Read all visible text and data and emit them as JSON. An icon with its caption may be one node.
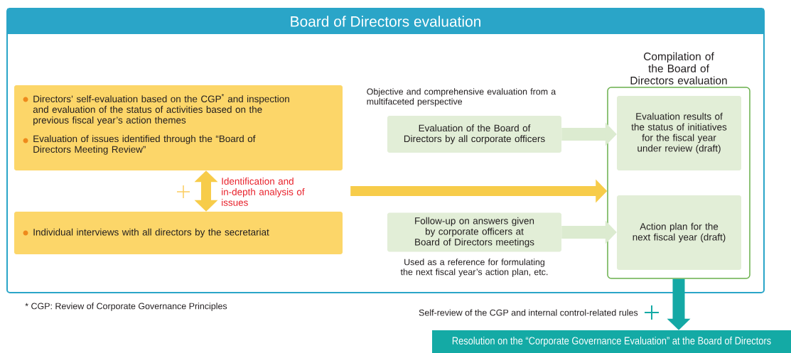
{
  "diagram": {
    "nodes": [
      {
        "text": [
          "Board of Directors evaluation"
        ]
      },
      {
        "text": [
          "Directors’ self-evaluation based on the CGP$^{*}$ and inspection and evaluation of the status of activities based on the previous fiscal year’s action themes",
          "Evaluation of issues identified through the “Board of Directors Meeting Review”"
        ],
        "in": 0
      },
      {
        "text": [
          "Individual interviews with all directors by the secretariat"
        ],
        "in": 0
      },
      {
        "text": [
          "Evaluation of the Board of Directors by all corporate officers"
        ],
        "beside": [
          "Objective and comprehensive evaluation from a multifaceted perspective"
        ],
        "in": 0
      },
      {
        "text": [
          "Follow-up on answers given by corporate officers at Board of Directors meetings"
        ],
        "beside": [
          "Used as a reference for formulating the next fiscal year’s action plan, etc."
        ],
        "in": 0
      },
      {
        "text": [
          "Compilation of the Board of Directors evaluation"
        ],
        "in": 0
      },
      {
        "text": [
          "Evaluation results of the status of initiatives for the fiscal year under review (draft)"
        ],
        "in": 5
      },
      {
        "text": [
          "Action plan for the next fiscal year (draft)"
        ],
        "in": 5
      },
      {
        "text": [
          "Resolution on the “Corporate Governance Evaluation” at the Board of Directors"
        ]
      }
    ],
    "edges": [
      {
        "from": 1,
        "to": 2,
        "arrow": "both",
        "label": "Identification and in-depth analysis of issues",
        "color": "#f7cc4a"
      },
      {
        "from": 1,
        "to": 5,
        "arrow": "to",
        "color": "#f7cc4a"
      },
      {
        "from": 2,
        "to": 5,
        "arrow": "to",
        "color": "#f7cc4a"
      },
      {
        "from": 3,
        "to": 6,
        "arrow": "to",
        "color": "#dcebd0"
      },
      {
        "from": 4,
        "to": 7,
        "arrow": "to",
        "color": "#dcebd0"
      },
      {
        "from": 5,
        "to": 8,
        "arrow": "to",
        "color": "#14a8a5"
      }
    ],
    "labels": [
      "* CGP: Review of Corporate Governance Principles",
      "Self-review of the CGP and internal control-related rules"
    ]
  }
}
